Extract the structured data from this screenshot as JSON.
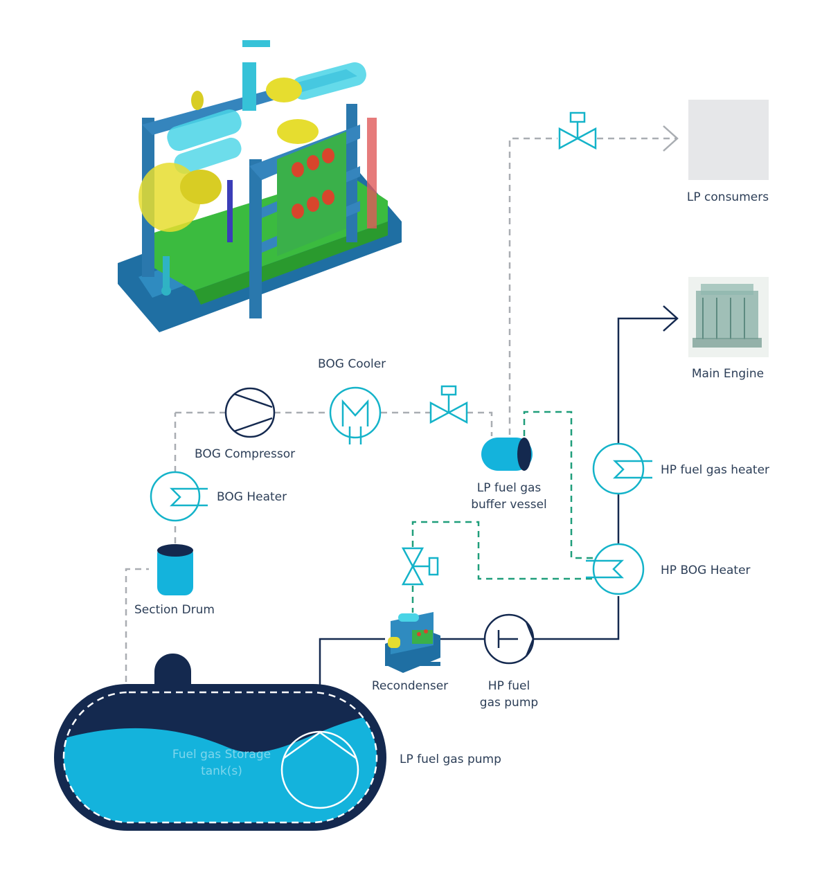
{
  "labels": {
    "bog_cooler": "BOG Cooler",
    "bog_compressor": "BOG Compressor",
    "bog_heater": "BOG Heater",
    "section_drum": "Section Drum",
    "lp_buffer_line1": "LP fuel gas",
    "lp_buffer_line2": "buffer vessel",
    "lp_consumers": "LP consumers",
    "main_engine": "Main Engine",
    "hp_fuel_gas_heater": "HP fuel gas heater",
    "hp_bog_heater": "HP BOG Heater",
    "recondenser": "Recondenser",
    "hp_pump_line1": "HP fuel",
    "hp_pump_line2": "gas pump",
    "lp_fuel_gas_pump": "LP fuel gas pump",
    "tank_line1": "Fuel gas Storage",
    "tank_line2": "tank(s)"
  },
  "colors": {
    "navy": "#14294f",
    "teal": "#14b3c9",
    "tank_liquid": "#14b3dc",
    "green_dash": "#1f9e7a",
    "grey_dash": "#a9adb2"
  }
}
